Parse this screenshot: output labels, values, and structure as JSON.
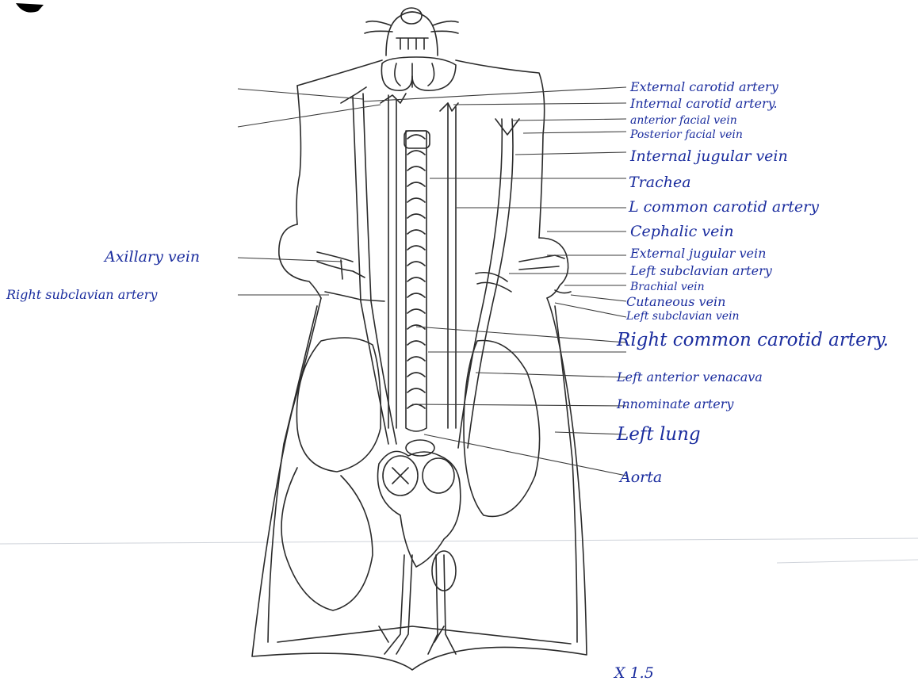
{
  "labels": {
    "external_carotid_artery": "External carotid artery",
    "internal_carotid_artery": "Internal carotid artery.",
    "anterior_facial_vein": "anterior facial vein",
    "posterior_facial_vein": "Posterior facial vein",
    "internal_jugular_vein": "Internal jugular vein",
    "trachea": "Trachea",
    "l_common_carotid_artery": "L common carotid artery",
    "cephalic_vein": "Cephalic vein",
    "external_jugular_vein": "External jugular vein",
    "left_subclavian_artery": "Left subclavian artery",
    "brachial_vein": "Brachial vein",
    "cutaneous_vein": "Cutaneous vein",
    "left_subclavian_vein": "Left subclavian vein",
    "right_common_carotid_artery": "Right common carotid artery.",
    "left_anterior_venacava": "Left anterior venacava",
    "innominate_artery": "Innominate artery",
    "left_lung": "Left lung",
    "aorta": "Aorta",
    "axillary_vein": "Axillary vein",
    "right_subclavian_artery": "Right subclavian artery",
    "magnification": "X 1.5"
  },
  "colors": {
    "ink": "#1a2c9e",
    "drawing": "#2a2a2a",
    "paper": "#ffffff"
  }
}
